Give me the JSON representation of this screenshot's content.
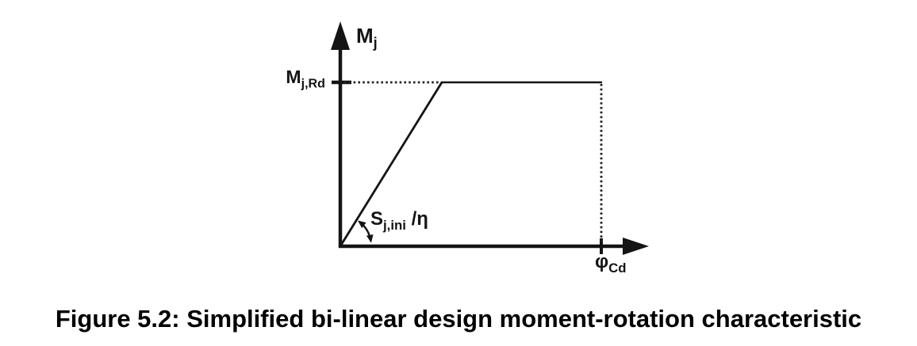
{
  "figure": {
    "caption": "Figure 5.2: Simplified bi-linear design moment-rotation characteristic"
  },
  "diagram": {
    "y_axis_label": {
      "main": "M",
      "sub": "j"
    },
    "moment_resistance_label": {
      "main": "M",
      "sub": "j,Rd"
    },
    "stiffness_label": {
      "main": "S",
      "sub": "j,ini",
      "suffix": " /η"
    },
    "rotation_capacity_label": {
      "main": "φ",
      "sub": "Cd"
    },
    "colors": {
      "line": "#141414",
      "dotted_line": "#222222",
      "background": "#ffffff"
    }
  }
}
